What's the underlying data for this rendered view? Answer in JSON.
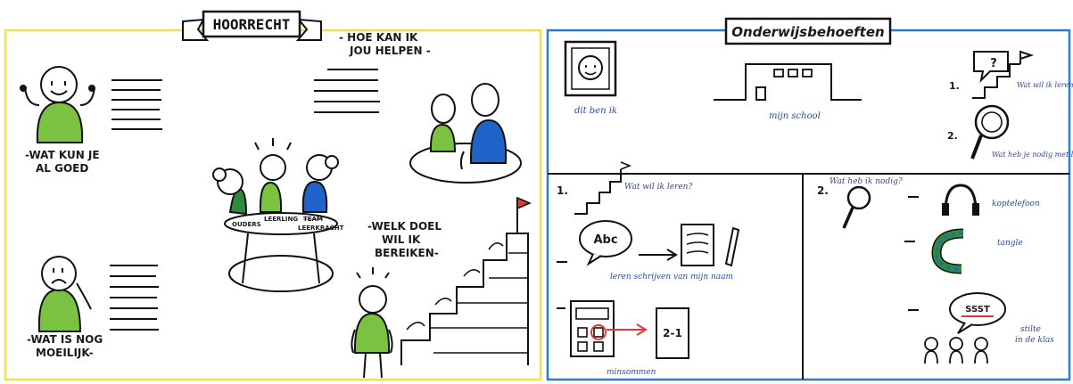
{
  "left_panel": {
    "title": "HOORRECHT",
    "prompts": {
      "what_good": [
        "-WAT KUN JE",
        "AL GOED"
      ],
      "what_hard": [
        "-WAT IS NOG",
        "MOEILIJK-"
      ],
      "help": [
        "- HOE KAN IK",
        "JOU HELPEN -"
      ],
      "goal": [
        "-WELK DOEL",
        "WIL IK",
        "BEREIKEN-"
      ]
    },
    "table_labels": {
      "parents": "OUDERS",
      "student": "LEERLING",
      "teacher_crossed": "TEAM",
      "teacher": "LEERKRACHT"
    },
    "colors": {
      "frame": "#f0e04a",
      "green": "#7cc242",
      "dark_green": "#2e8b3e",
      "blue": "#1f63c8",
      "red": "#e53935"
    }
  },
  "right_panel": {
    "title": "Onderwijsbehoeften",
    "captions": {
      "portrait": "dit ben ik",
      "school": "mijn school",
      "learn": "Wat wil ik leren?",
      "need": "Wat heb je nodig met leren?"
    },
    "question_mark": "?",
    "section1": {
      "number": "1.",
      "question": "Wat wil ik leren?",
      "speech_bubble": "Abc",
      "caption": "leren schrijven van mijn naam",
      "card_text": "2-1",
      "caption2": "minsommen"
    },
    "section2": {
      "number": "2.",
      "question": "Wat heb ik nodig?",
      "headphones": "koptelefoon",
      "tangle": "tangle",
      "shush": "SSST",
      "quiet": [
        "stilte",
        "in de klas"
      ]
    },
    "step_numbers": [
      "1.",
      "2."
    ],
    "colors": {
      "frame": "#2b7bd6",
      "accent_blue": "#2a4aa0",
      "red": "#e53935"
    }
  }
}
